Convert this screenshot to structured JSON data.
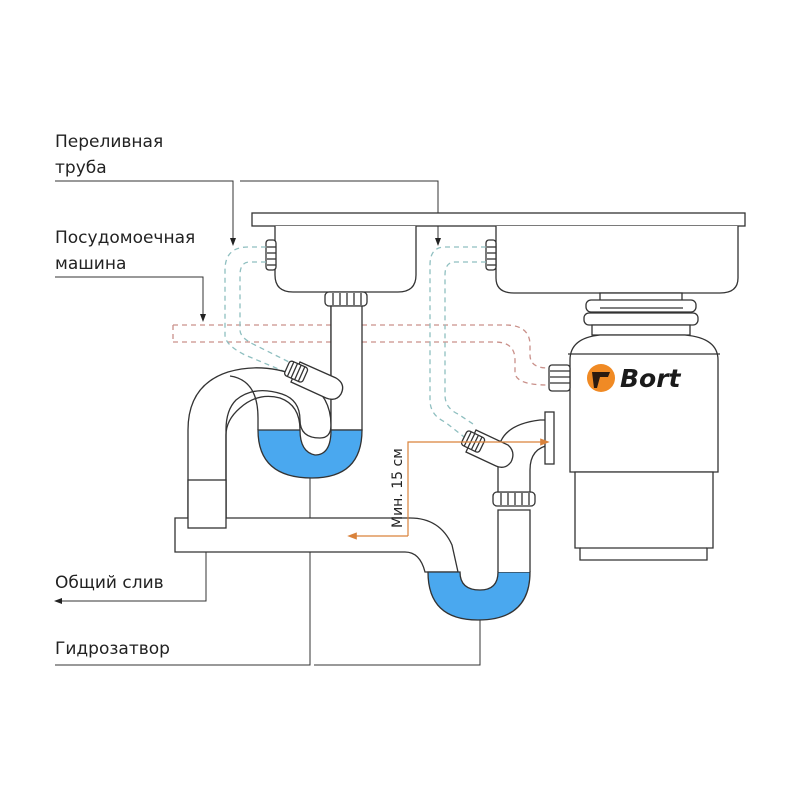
{
  "title": "Схема подключения измельчителя Bort",
  "labels": {
    "overflow_pipe_line1": "Переливная",
    "overflow_pipe_line2": "труба",
    "dishwasher_line1": "Посудомоечная",
    "dishwasher_line2": "машина",
    "common_drain": "Общий слив",
    "water_seal": "Гидрозатвор",
    "min_height": "Мин. 15 см"
  },
  "brand": {
    "name": "Bort",
    "color": "#f08a24"
  },
  "colors": {
    "water": "#4aa8ef",
    "dishwasher_hose": "#c9908a",
    "overflow_hose": "#8fbfc0",
    "dimension": "#d9823b",
    "outline": "#333333"
  }
}
